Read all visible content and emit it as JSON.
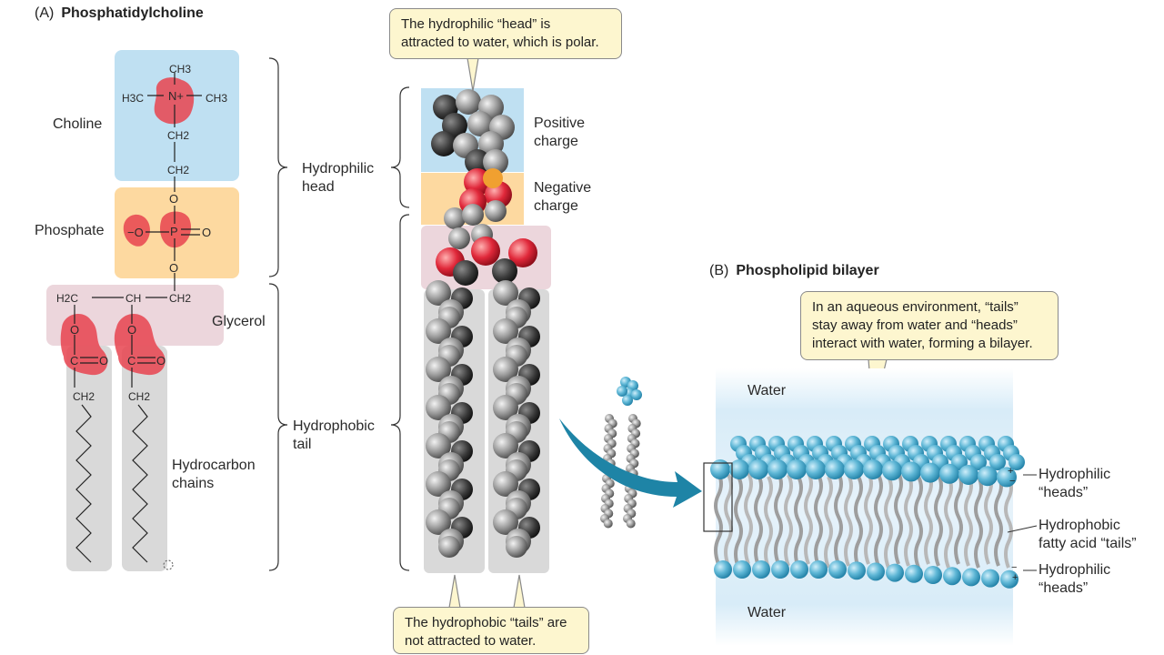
{
  "panel_a": {
    "title_letter": "(A)",
    "title_text": "Phosphatidylcholine",
    "labels": {
      "choline": "Choline",
      "phosphate": "Phosphate",
      "glycerol": "Glycerol",
      "hydrocarbon_line1": "Hydrocarbon",
      "hydrocarbon_line2": "chains",
      "hydrophilic_line1": "Hydrophilic",
      "hydrophilic_line2": "head",
      "hydrophobic_line1": "Hydrophobic",
      "hydrophobic_line2": "tail",
      "positive_line1": "Positive",
      "positive_line2": "charge",
      "negative_line1": "Negative",
      "negative_line2": "charge"
    },
    "formula": {
      "ch3_top": "CH3",
      "h3c_left": "H3C",
      "n_plus": "N+",
      "ch3_right": "CH3",
      "ch2_a": "CH2",
      "ch2_b": "CH2",
      "o_top": "O",
      "o_minus": "−O",
      "p": "P",
      "o_double": "O",
      "o_bottom": "O",
      "h2c": "H2C",
      "ch": "CH",
      "ch2_c": "CH2",
      "o_left": "O",
      "o_mid": "O",
      "c_left": "C",
      "c_mid": "C",
      "o_carbonyl_left": "O",
      "o_carbonyl_mid": "O",
      "ch2_tail_left": "CH2",
      "ch2_tail_mid": "CH2"
    },
    "callout_head": [
      "The hydrophilic “head” is",
      "attracted to water, which is polar."
    ],
    "callout_tails": [
      "The hydrophobic “tails” are",
      "not attracted to water."
    ]
  },
  "panel_b": {
    "title_letter": "(B)",
    "title_text": "Phospholipid bilayer",
    "callout": [
      "In an aqueous environment, “tails”",
      "stay away from water and “heads”",
      "interact with water, forming a bilayer."
    ],
    "water_top": "Water",
    "water_bottom": "Water",
    "heads_top_line1": "Hydrophilic",
    "heads_top_line2": "“heads”",
    "tails_line1": "Hydrophobic",
    "tails_line2": "fatty acid “tails”",
    "heads_bottom_line1": "Hydrophilic",
    "heads_bottom_line2": "“heads”"
  },
  "colors": {
    "choline_bg": "#bfe0f2",
    "phosphate_bg": "#fdd9a0",
    "glycerol_bg": "#ecd6dc",
    "tail_bg": "#d9d9d9",
    "oxygen_red": "#e8434f",
    "head_blue": "#5fb7d6",
    "arrow_teal": "#1e84a6",
    "callout_bg": "#fdf6cf"
  }
}
